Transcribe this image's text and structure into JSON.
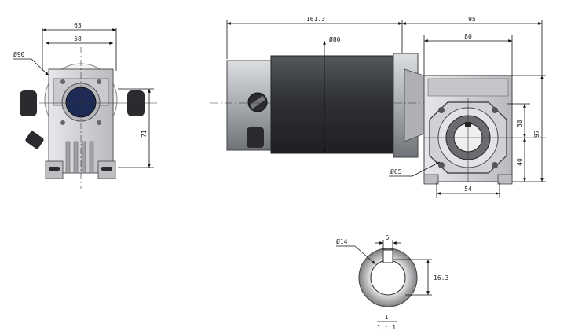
{
  "dimensions": {
    "front_width_outer": "63",
    "front_width_inner": "58",
    "front_diameter": "Ø90",
    "front_height": "71",
    "motor_length": "161.3",
    "motor_diameter": "Ø80",
    "gearbox_length": "95",
    "gearbox_inner": "80",
    "gearbox_height": "97",
    "upper_half": "30",
    "lower_half": "40",
    "bore_diameter": "Ø65",
    "base_width": "54",
    "shaft_diameter": "Ø14",
    "key_width": "5",
    "key_height": "16.3"
  },
  "detail_view": {
    "label": "1",
    "scale": "1 : 1"
  },
  "colors": {
    "motor_body": "#3a3c40",
    "motor_cap": "#b9bcc1",
    "gearbox": "#d8d9dc",
    "shaft": "#8c8d90"
  }
}
